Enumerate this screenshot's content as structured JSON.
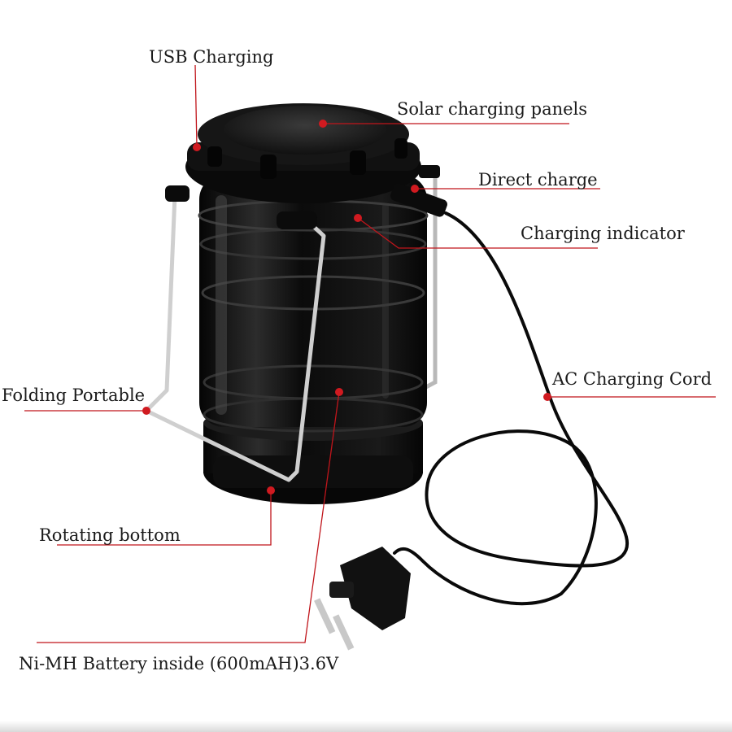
{
  "colors": {
    "leader_line": "#c0151b",
    "lantern_body": "#0c0c0c",
    "lantern_highlight": "#4a4a4a",
    "handle_metal": "#c8c8c8",
    "background": "#ffffff"
  },
  "callouts": {
    "usb_charging": "USB  Charging",
    "solar_panels": "Solar charging panels",
    "direct_charge": "Direct charge",
    "charging_indicator": "Charging indicator",
    "ac_cord": "AC Charging Cord",
    "folding_portable": "Folding Portable",
    "rotating_bottom": "Rotating bottom",
    "battery": "Ni-MH Battery inside (600mAH)3.6V"
  }
}
